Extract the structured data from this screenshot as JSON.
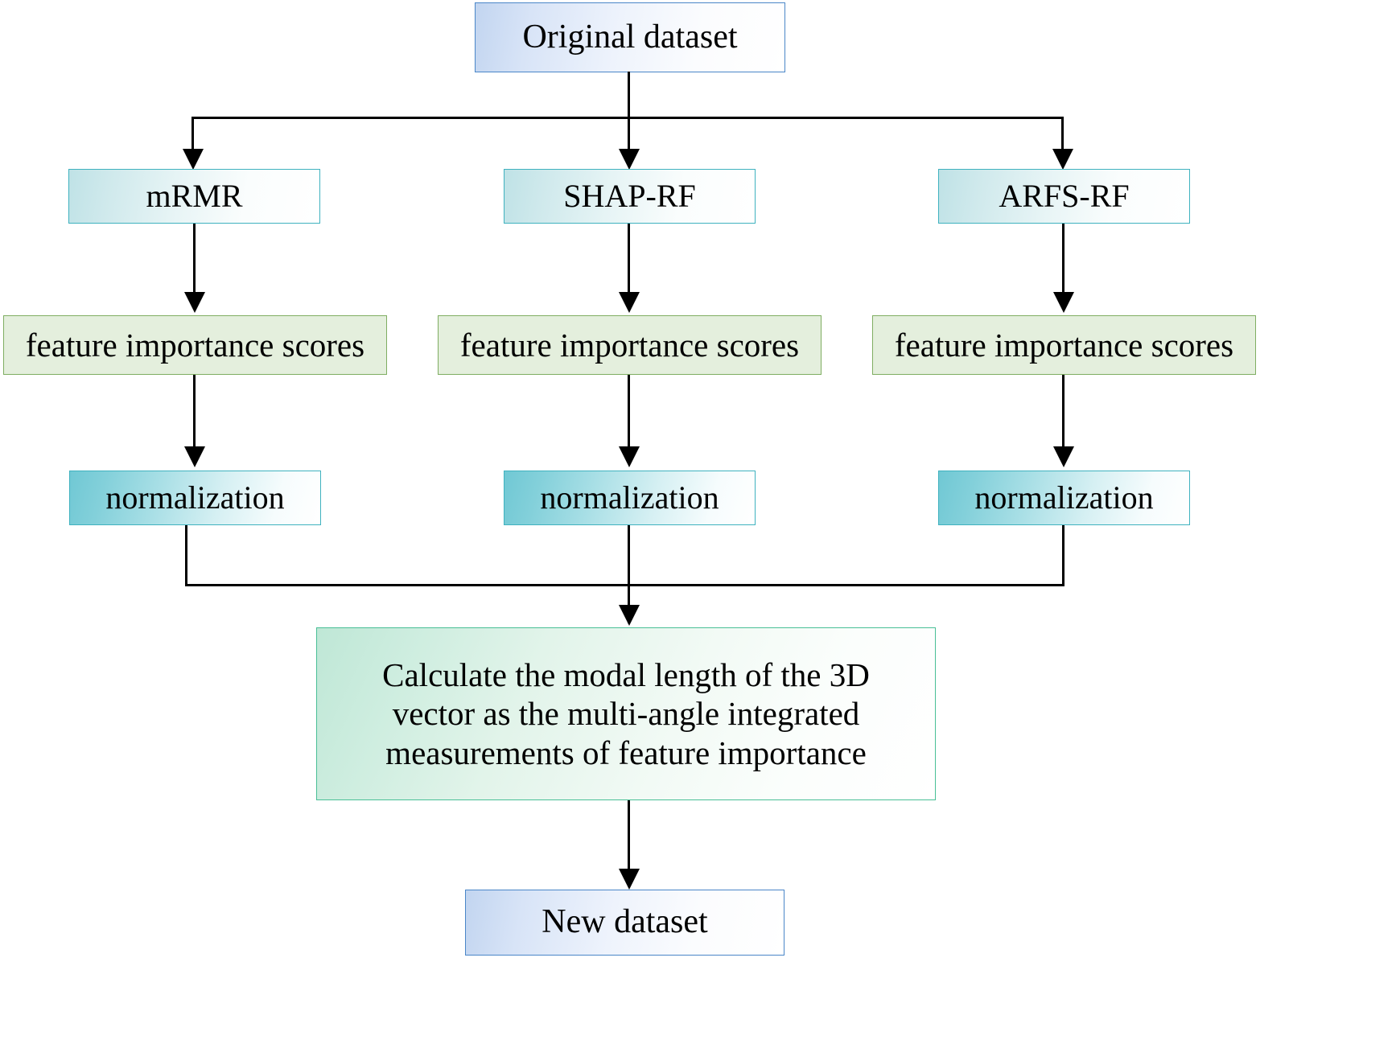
{
  "diagram": {
    "title": "Multi-angle feature importance integration flowchart",
    "colors": {
      "blue_border": "#4a86c8",
      "blue_fill": "#c2d5f0",
      "teal_border": "#3fb2bf",
      "teal_fill": "#bfe2e6",
      "teal_strong_fill": "#70c8d4",
      "green_border": "#7fae62",
      "green_fill": "#e4efdd",
      "mint_border": "#49bf96",
      "mint_fill": "#bfe7d6",
      "edge_color": "#000000"
    },
    "nodes": {
      "original_dataset": "Original dataset",
      "method_left": "mRMR",
      "method_center": "SHAP-RF",
      "method_right": "ARFS-RF",
      "scores_left": "feature importance scores",
      "scores_center": "feature importance scores",
      "scores_right": "feature importance scores",
      "normalization_left": "normalization",
      "normalization_center": "normalization",
      "normalization_right": "normalization",
      "calculate": "Calculate the modal length of the 3D vector as the multi-angle integrated measurements of feature importance",
      "new_dataset": "New dataset"
    }
  }
}
